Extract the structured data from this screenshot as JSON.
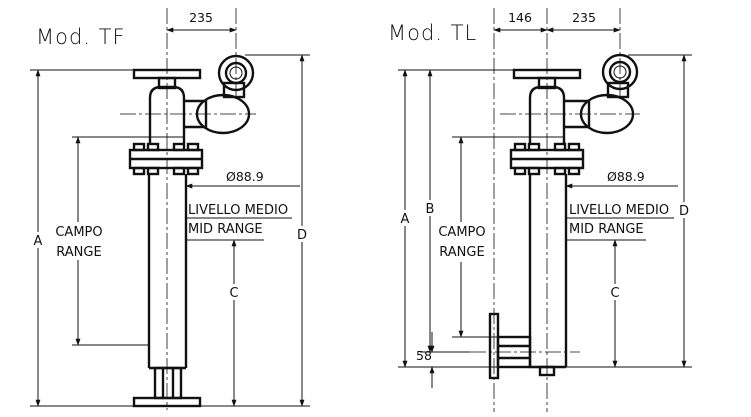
{
  "models": {
    "tf": {
      "title": "Mod. TF",
      "dim_width": "235",
      "dim_diameter": "Ø88.9",
      "dim_A": "A",
      "dim_C": "C",
      "dim_D": "D",
      "range_it": "CAMPO",
      "range_en": "RANGE",
      "mid_it": "LIVELLO MEDIO",
      "mid_en": "MID RANGE"
    },
    "tl": {
      "title": "Mod. TL",
      "dim_offset": "146",
      "dim_width": "235",
      "dim_diameter": "Ø88.9",
      "dim_A": "A",
      "dim_B": "B",
      "dim_C": "C",
      "dim_D": "D",
      "dim_bottom": "58",
      "range_it": "CAMPO",
      "range_en": "RANGE",
      "mid_it": "LIVELLO MEDIO",
      "mid_en": "MID RANGE"
    }
  },
  "colors": {
    "line": "#111111",
    "background": "#ffffff"
  }
}
